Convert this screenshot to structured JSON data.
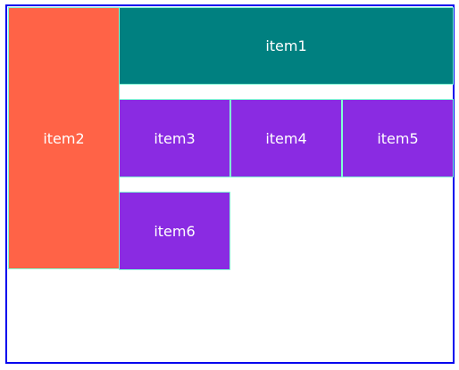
{
  "colors": {
    "container_border": "#0000ee",
    "item_border": "#7fffd4",
    "item1_bg": "#008080",
    "item2_bg": "#ff6347",
    "item_purple_bg": "#8a2be2",
    "text": "#ffffff"
  },
  "items": [
    {
      "id": "item1",
      "label": "item1"
    },
    {
      "id": "item2",
      "label": "item2"
    },
    {
      "id": "item3",
      "label": "item3"
    },
    {
      "id": "item4",
      "label": "item4"
    },
    {
      "id": "item5",
      "label": "item5"
    },
    {
      "id": "item6",
      "label": "item6"
    }
  ]
}
